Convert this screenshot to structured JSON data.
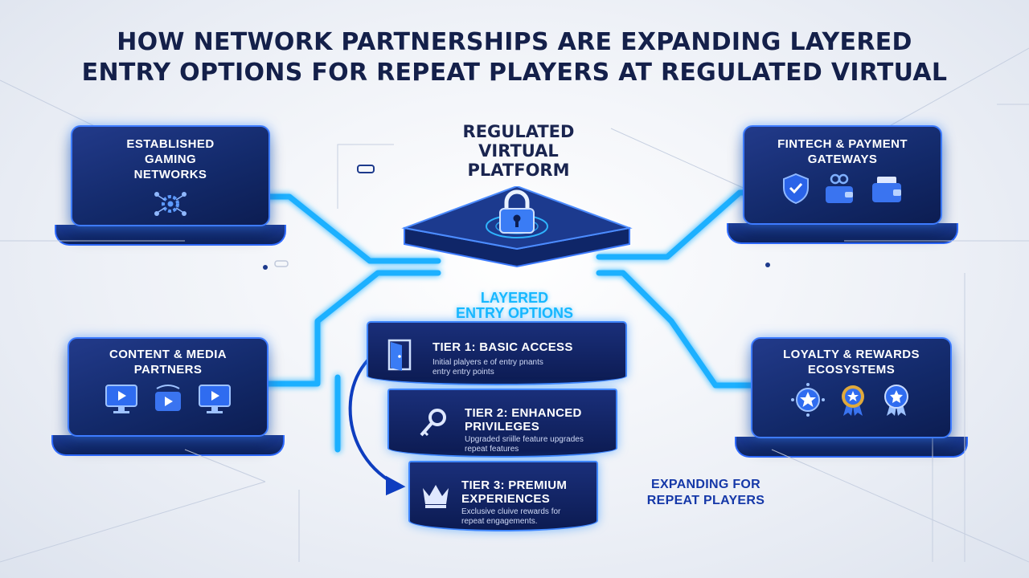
{
  "title": {
    "line1": "HOW NETWORK PARTNERSHIPS ARE EXPANDING LAYERED",
    "line2": "ENTRY OPTIONS FOR REPEAT PLAYERS AT REGULATED VIRTUAL"
  },
  "nodes": {
    "gaming": {
      "line1": "ESTABLISHED",
      "line2": "GAMING",
      "line3": "NETWORKS",
      "icon": "gear-network-icon"
    },
    "fintech": {
      "line1": "FINTECH & PAYMENT",
      "line2": "GATEWAYS",
      "icons": [
        "shield-icon",
        "wallet-icon",
        "wallet-card-icon"
      ]
    },
    "content": {
      "line1": "CONTENT & MEDIA",
      "line2": "PARTNERS",
      "icons": [
        "monitor-play-icon",
        "play-button-icon",
        "monitor-play-icon"
      ]
    },
    "loyalty": {
      "line1": "LOYALTY & REWARDS",
      "line2": "ECOSYSTEMS",
      "icons": [
        "star-badge-icon",
        "medal-icon",
        "award-ribbon-icon"
      ]
    }
  },
  "center": {
    "line1": "REGULATED",
    "line2": "VIRTUAL",
    "line3": "PLATFORM",
    "icon": "padlock-icon"
  },
  "layered": {
    "line1": "LAYERED",
    "line2": "ENTRY OPTIONS"
  },
  "tiers": [
    {
      "name1": "TIER 1: BASIC ACCESS",
      "name2": "",
      "desc1": "Initial plalyers e of entry pnants",
      "desc2": "entry entry points",
      "icon": "door-icon"
    },
    {
      "name1": "TIER 2: ENHANCED",
      "name2": "PRIVILEGES",
      "desc1": "Upgraded sriille feature upgrades",
      "desc2": "repeat features",
      "icon": "key-icon"
    },
    {
      "name1": "TIER 3: PREMIUM",
      "name2": "EXPERIENCES",
      "desc1": "Exclusive cluive rewards for",
      "desc2": "repeat engagements.",
      "icon": "crown-icon"
    }
  ],
  "expanding": {
    "line1": "EXPANDING FOR",
    "line2": "REPEAT PLAYERS"
  },
  "colors": {
    "navy": "#132a6b",
    "accent": "#3d7bff",
    "glow": "#2fa8ff",
    "cyan_text": "#16b8ff",
    "title_text": "#14204a"
  }
}
